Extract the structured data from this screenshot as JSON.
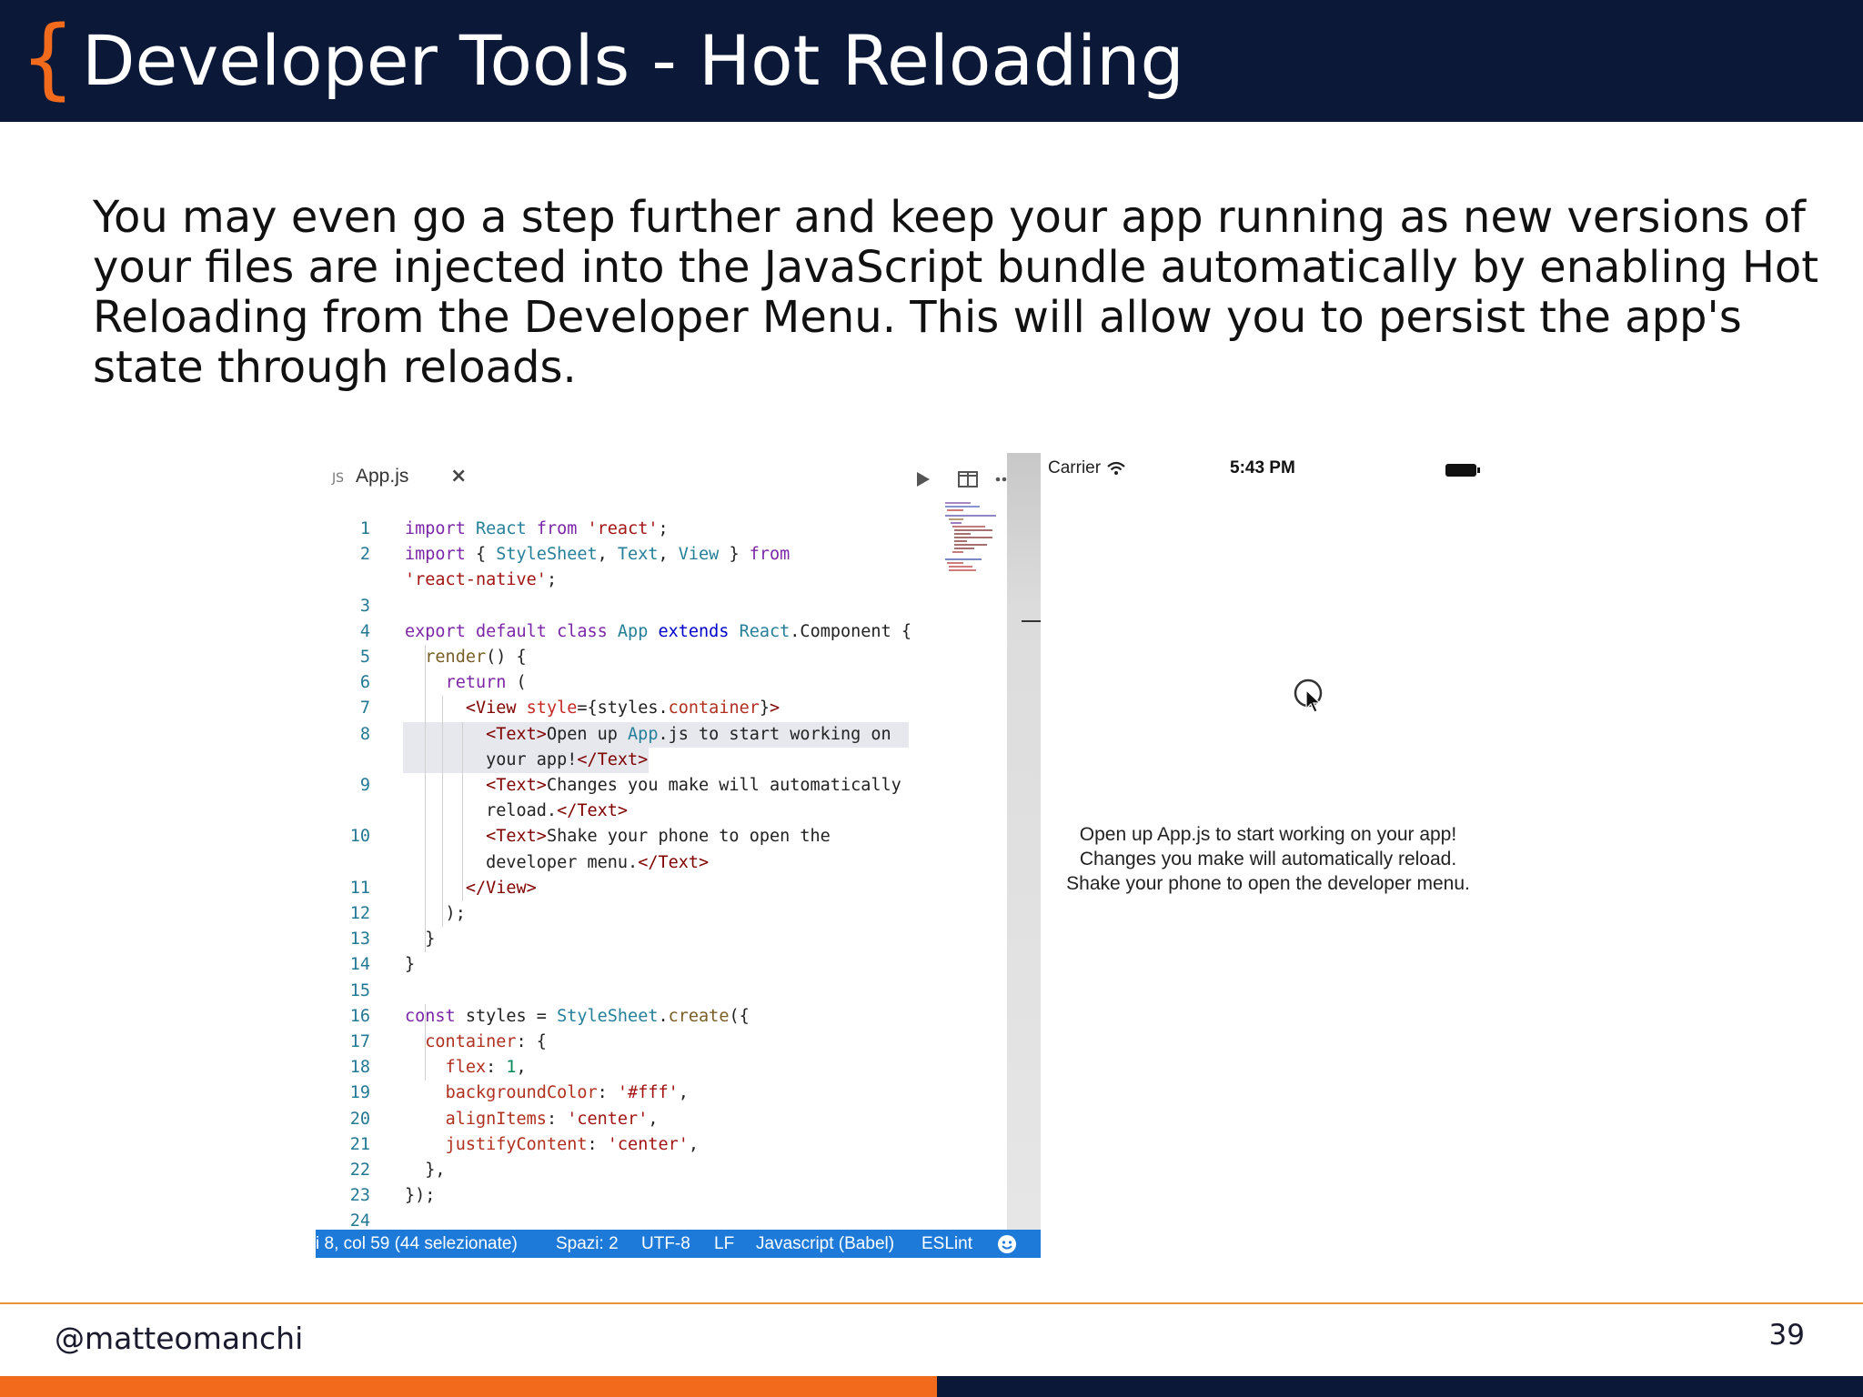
{
  "slide": {
    "brace": "{",
    "title": "Developer Tools - Hot Reloading",
    "body": "You may even go a step further and keep your app running as new versions of your files are injected into the JavaScript bundle automatically by enabling Hot Reloading from the Developer Menu. This will allow you to persist the app's state through reloads.",
    "footer_handle": "@matteomanchi",
    "page_number": "39"
  },
  "colors": {
    "header_bg": "#0c1838",
    "accent_orange": "#f26a1b",
    "status_bar_blue": "#1e7ad9"
  },
  "editor": {
    "tab": {
      "badge": "JS",
      "label": "App.js",
      "close": "×"
    },
    "toolbar_icons": [
      "run-icon",
      "split-editor-icon",
      "more-icon"
    ],
    "lines": [
      {
        "n": "1",
        "text": "import React from 'react';"
      },
      {
        "n": "2",
        "text": "import { StyleSheet, Text, View } from"
      },
      {
        "n": "",
        "text": "'react-native';"
      },
      {
        "n": "3",
        "text": ""
      },
      {
        "n": "4",
        "text": "export default class App extends React.Component {"
      },
      {
        "n": "5",
        "text": "  render() {"
      },
      {
        "n": "6",
        "text": "    return ("
      },
      {
        "n": "7",
        "text": "      <View style={styles.container}>"
      },
      {
        "n": "8",
        "text": "        <Text>Open up App.js to start working on"
      },
      {
        "n": "",
        "text": "        your app!</Text>"
      },
      {
        "n": "9",
        "text": "        <Text>Changes you make will automatically"
      },
      {
        "n": "",
        "text": "        reload.</Text>"
      },
      {
        "n": "10",
        "text": "        <Text>Shake your phone to open the"
      },
      {
        "n": "",
        "text": "        developer menu.</Text>"
      },
      {
        "n": "11",
        "text": "      </View>"
      },
      {
        "n": "12",
        "text": "    );"
      },
      {
        "n": "13",
        "text": "  }"
      },
      {
        "n": "14",
        "text": "}"
      },
      {
        "n": "15",
        "text": ""
      },
      {
        "n": "16",
        "text": "const styles = StyleSheet.create({"
      },
      {
        "n": "17",
        "text": "  container: {"
      },
      {
        "n": "18",
        "text": "    flex: 1,"
      },
      {
        "n": "19",
        "text": "    backgroundColor: '#fff',"
      },
      {
        "n": "20",
        "text": "    alignItems: 'center',"
      },
      {
        "n": "21",
        "text": "    justifyContent: 'center',"
      },
      {
        "n": "22",
        "text": "  },"
      },
      {
        "n": "23",
        "text": "});"
      },
      {
        "n": "24",
        "text": ""
      }
    ],
    "status_bar": {
      "position": "i 8, col 59 (44 selezionate)",
      "spaces": "Spazi: 2",
      "encoding": "UTF-8",
      "eol": "LF",
      "language": "Javascript (Babel)",
      "linter": "ESLint",
      "feedback_icon": "smiley-icon"
    }
  },
  "simulator": {
    "carrier": "Carrier",
    "time": "5:43 PM",
    "status_icons": [
      "wifi-icon",
      "battery-icon"
    ],
    "messages": [
      "Open up App.js to start working on your app!",
      "Changes you make will automatically reload.",
      "Shake your phone to open the developer menu."
    ]
  }
}
